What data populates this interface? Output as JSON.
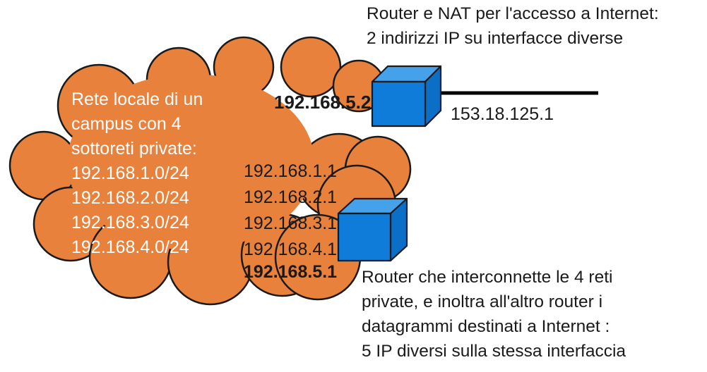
{
  "colors": {
    "background": "#FFFFFF",
    "cloud_fill": "#E8813C",
    "outline": "#1A1A1A",
    "cube_front": "#0F7CD9",
    "cube_top": "#45A1E9",
    "cube_side": "#0C6FC7",
    "link_line": "#000000",
    "cloud_text": "#FFFFFF",
    "label_text": "#1A1A1A"
  },
  "cloud": {
    "label_lines": [
      "Rete locale di un",
      "campus con 4",
      "sottoreti private:",
      "192.168.1.0/24",
      "192.168.2.0/24",
      "192.168.3.0/24",
      "192.168.4.0/24"
    ]
  },
  "nat_router": {
    "caption_lines": [
      "Router e NAT per l'accesso a Internet:",
      "2 indirizzi IP su interfacce diverse"
    ],
    "internal_ip": "192.168.5.2",
    "external_ip": "153.18.125.1"
  },
  "internal_router": {
    "interface_ips": [
      "192.168.1.1",
      "192.168.2.1",
      "192.168.3.1",
      "192.168.4.1"
    ],
    "uplink_ip": "192.168.5.1",
    "caption_lines": [
      "Router che interconnette le 4 reti",
      "private, e inoltra all'altro router i",
      "datagrammi destinati a Internet :",
      "5 IP diversi sulla stessa interfaccia"
    ]
  }
}
